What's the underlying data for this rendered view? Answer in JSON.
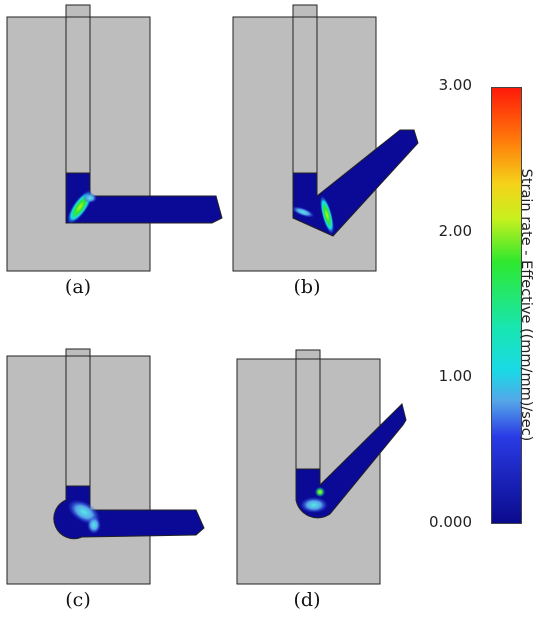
{
  "panels": [
    {
      "id": "a",
      "caption": "(a)",
      "angle_deg": 0,
      "die_shape": "sharp"
    },
    {
      "id": "b",
      "caption": "(b)",
      "angle_deg": 45,
      "die_shape": "sharp"
    },
    {
      "id": "c",
      "caption": "(c)",
      "angle_deg": 0,
      "die_shape": "round"
    },
    {
      "id": "d",
      "caption": "(d)",
      "angle_deg": 45,
      "die_shape": "round"
    }
  ],
  "colorbar": {
    "title": "Strain rate - Effective ((mm/mm)/sec)",
    "ticks": [
      {
        "value": 3.0,
        "label": "3.00"
      },
      {
        "value": 2.0,
        "label": "2.00"
      },
      {
        "value": 1.0,
        "label": "1.00"
      },
      {
        "value": 0.0,
        "label": "0.000"
      }
    ],
    "min": 0.0,
    "max": 3.0,
    "stops": [
      {
        "pos": 0.0,
        "color": "#0a0a8c"
      },
      {
        "pos": 0.2,
        "color": "#2a3ce6"
      },
      {
        "pos": 0.28,
        "color": "#55a6e8"
      },
      {
        "pos": 0.35,
        "color": "#1ad9e6"
      },
      {
        "pos": 0.45,
        "color": "#18e6b0"
      },
      {
        "pos": 0.6,
        "color": "#2ee82e"
      },
      {
        "pos": 0.7,
        "color": "#c8f01e"
      },
      {
        "pos": 0.78,
        "color": "#f5d21a"
      },
      {
        "pos": 0.88,
        "color": "#ff7a0a"
      },
      {
        "pos": 1.0,
        "color": "#ff1a0a"
      }
    ]
  },
  "colors": {
    "die": "#bdbdbd",
    "workpiece": "#0a0a96",
    "outline": "#222222"
  }
}
